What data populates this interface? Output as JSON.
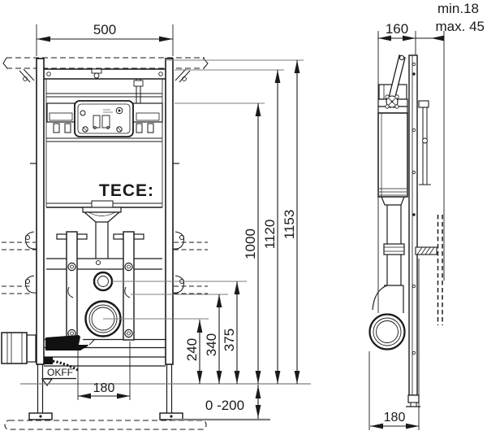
{
  "front_view": {
    "brand_logo": "TECE:",
    "floor_label": "OKFF",
    "dims": {
      "width_top": "500",
      "height_full": "1153",
      "height_frame": "1120",
      "height_1000": "1000",
      "height_375": "375",
      "height_340": "340",
      "height_240": "240",
      "width_bottom": "180",
      "floor_adjust": "0 -200"
    }
  },
  "side_view": {
    "dims": {
      "depth_top": "160",
      "wall_min": "min.18",
      "wall_max": "max. 45",
      "depth_bottom": "180"
    }
  },
  "colors": {
    "line": "#1a1a1a",
    "leader": "#7d7d7d",
    "background": "#ffffff"
  }
}
